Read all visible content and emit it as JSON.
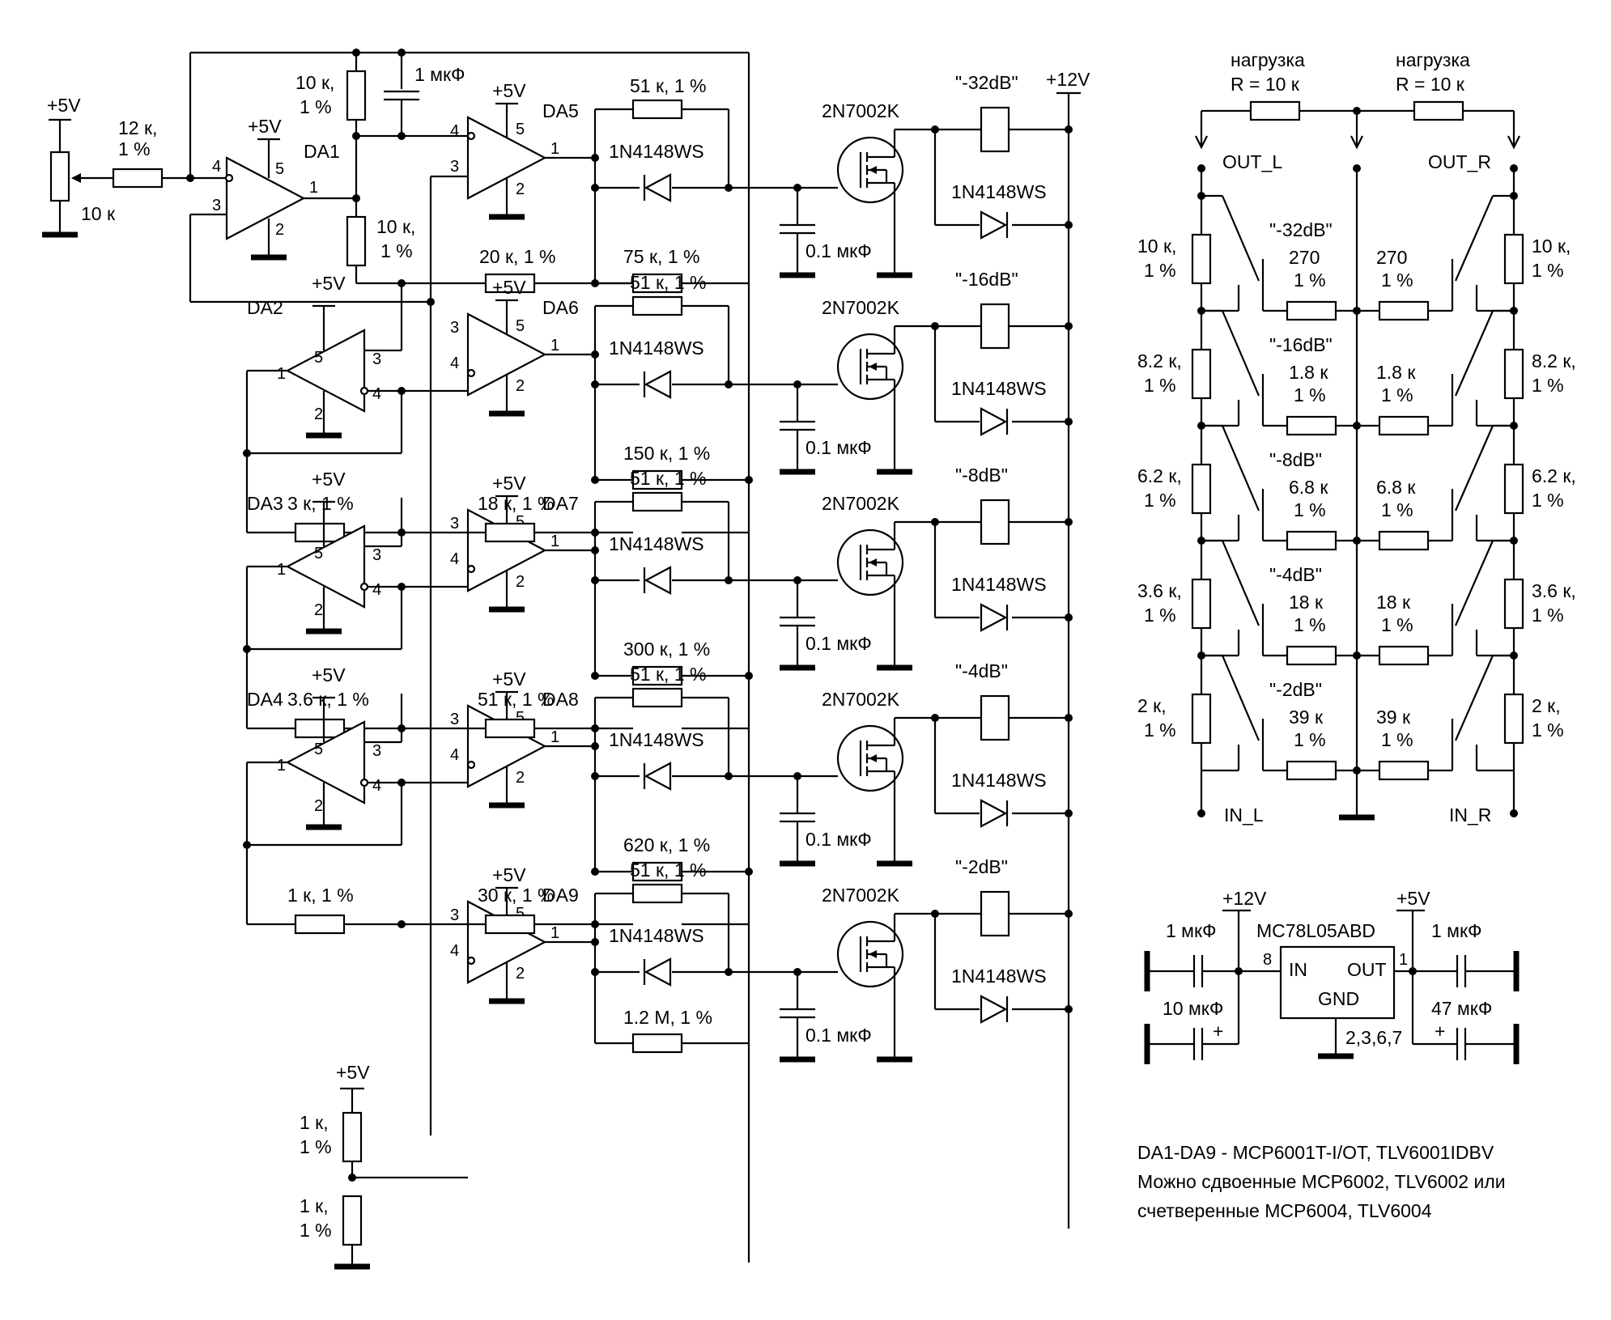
{
  "texts": {
    "p5v_pot": "+5V",
    "r12k": "12 к,",
    "r12k_t": "1 %",
    "pot10k": "10 к",
    "da1": "DA1",
    "da1_p5v": "+5V",
    "r10k_top": "10 к,",
    "r10k_top_t": "1 %",
    "c1uF": "1 мкФ",
    "r10k_bot": "10 к,",
    "r10k_bot_t": "1 %",
    "p12v_main": "+12V",
    "chain1": "20 к, 1 %",
    "fb1": "75 к, 1 %",
    "fb2": "150 к, 1 %",
    "fb3": "300 к, 1 %",
    "fb4": "620 к, 1 %",
    "fb5": "1.2 M, 1 %",
    "amp_r51": "51 к, 1 %",
    "diode": "1N4148WS",
    "fet": "2N7002K",
    "cap01": "0.1 мкФ",
    "relay1": "\"-32dB\"",
    "relay2": "\"-16dB\"",
    "relay3": "\"-8dB\"",
    "relay4": "\"-4dB\"",
    "relay5": "\"-2dB\"",
    "da2": "DA2",
    "da3": "DA3",
    "da4": "DA4",
    "da5": "DA5",
    "da6": "DA6",
    "da7": "DA7",
    "da8": "DA8",
    "da9": "DA9",
    "r3k": "3 к, 1 %",
    "r18k": "18 к, 1 %",
    "r36k": "3.6 к, 1 %",
    "r51k": "51 к, 1 %",
    "r1k": "1 к, 1 %",
    "r30k": "30 к, 1 %",
    "div_p5v": "+5V",
    "div_r1": "1 к,",
    "div_r1_t": "1 %",
    "div_r2": "1 к,",
    "div_r2_t": "1 %",
    "load_l": "нагрузка",
    "load_l_r": "R = 10 к",
    "load_r": "нагрузка",
    "load_r_r": "R = 10 к",
    "out_l": "OUT_L",
    "out_r": "OUT_R",
    "in_l": "IN_L",
    "in_r": "IN_R",
    "ladder_l_1": "10 к,",
    "ladder_l_2": "8.2 к,",
    "ladder_l_3": "6.2 к,",
    "ladder_l_4": "3.6 к,",
    "ladder_l_5": "2 к,",
    "ladder_r_1": "10 к,",
    "ladder_r_2": "8.2 к,",
    "ladder_r_3": "6.2 к,",
    "ladder_r_4": "3.6 к,",
    "ladder_r_5": "2 к,",
    "tol": "1 %",
    "att_1": "\"-32dB\"",
    "att_2": "\"-16dB\"",
    "att_3": "\"-8dB\"",
    "att_4": "\"-4dB\"",
    "att_5": "\"-2dB\"",
    "shunt_1": "270",
    "shunt_2": "1.8 к",
    "shunt_3": "6.8 к",
    "shunt_4": "18 к",
    "shunt_5": "39 к",
    "reg_p12v": "+12V",
    "reg_p5v": "+5V",
    "reg_name": "MC78L05ABD",
    "reg_in": "IN",
    "reg_out": "OUT",
    "reg_gnd": "GND",
    "reg_pin_in": "8",
    "reg_pin_out": "1",
    "reg_pins_gnd": "2,3,6,7",
    "reg_c_in1": "1 мкФ",
    "reg_c_in2": "10 мкФ",
    "reg_c_out1": "1 мкФ",
    "reg_c_out2": "47 мкФ",
    "plus": "+",
    "note1": "DA1-DA9 - MCP6001T-I/OT, TLV6001IDBV",
    "note2": "Можно сдвоенные MCP6002, TLV6002 или",
    "note3": "счетверенные MCP6004, TLV6004",
    "pin1": "1",
    "pin2": "2",
    "pin3": "3",
    "pin4": "4",
    "pin5": "5"
  }
}
